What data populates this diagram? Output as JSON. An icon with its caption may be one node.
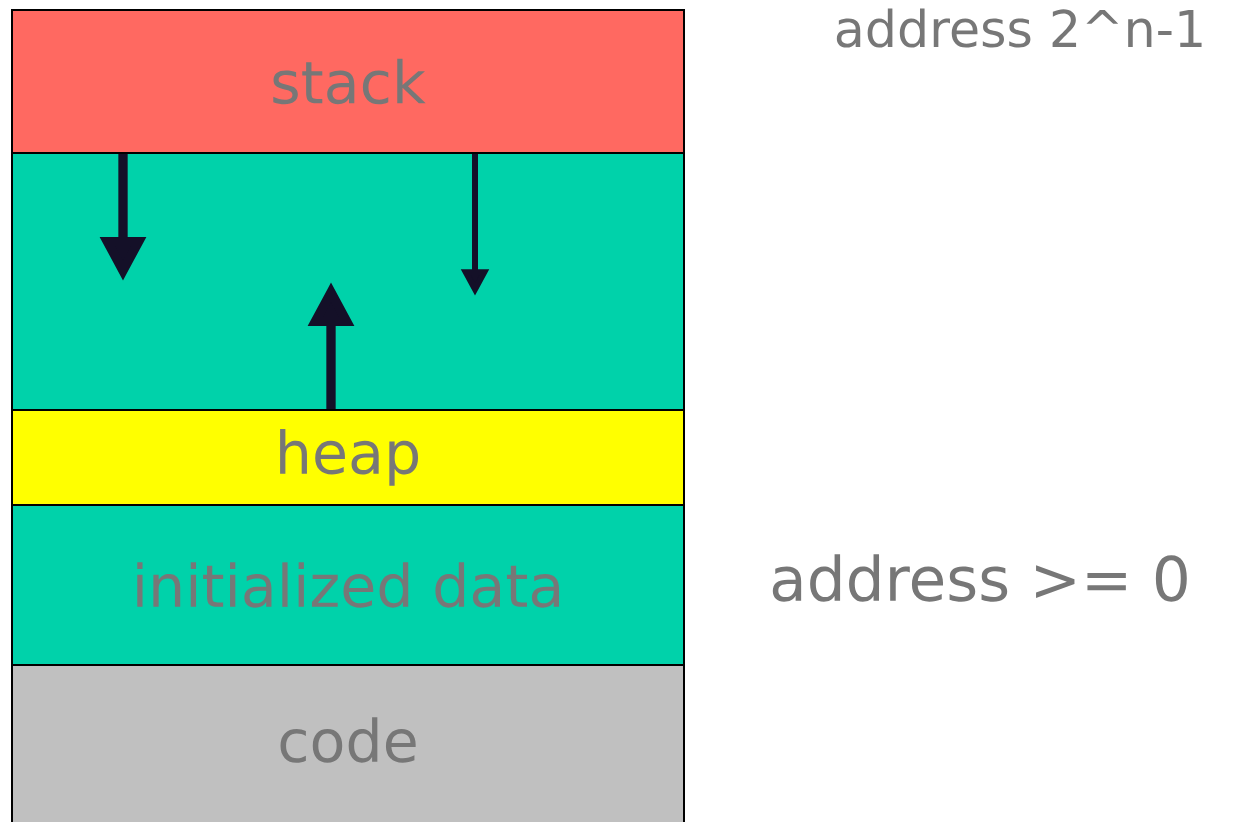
{
  "diagram": {
    "nodes": [
      {
        "text": [
          "stack"
        ]
      },
      {
        "text": [],
        "shape": "box"
      },
      {
        "text": [
          "heap"
        ]
      },
      {
        "text": [
          "initialized data"
        ]
      },
      {
        "text": [
          "code"
        ]
      }
    ],
    "edges": [
      {
        "from": 0,
        "to": 1,
        "arrow": "to"
      },
      {
        "from": 0,
        "to": 1,
        "arrow": "to"
      },
      {
        "from": 2,
        "to": 1,
        "arrow": "to"
      }
    ],
    "labels": [
      "address 2^n-1",
      "address >= 0"
    ]
  }
}
